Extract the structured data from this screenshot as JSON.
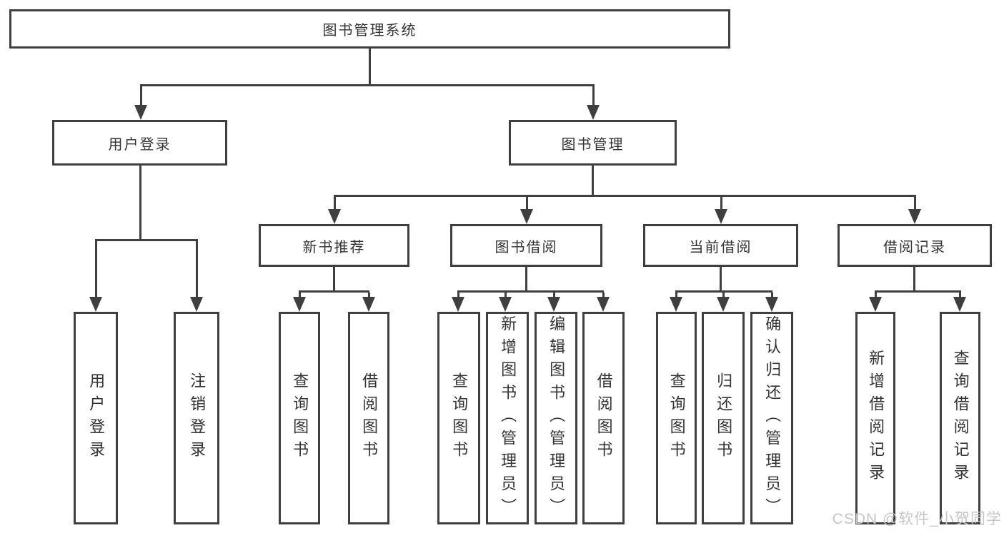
{
  "diagram": {
    "type": "hierarchy-tree",
    "title": "图书管理系统",
    "nodes": {
      "root": {
        "label": "图书管理系统"
      },
      "user_login": {
        "label": "用户登录"
      },
      "book_mgmt": {
        "label": "图书管理"
      },
      "new_book_rec": {
        "label": "新书推荐"
      },
      "book_borrow": {
        "label": "图书借阅"
      },
      "current_borrow": {
        "label": "当前借阅"
      },
      "borrow_record": {
        "label": "借阅记录"
      }
    },
    "leaves": {
      "user_login": [
        "用户登录",
        "注销登录"
      ],
      "new_book_rec": [
        "查询图书",
        "借阅图书"
      ],
      "book_borrow": [
        "查询图书",
        "新增图书（管理员）",
        "编辑图书（管理员）",
        "借阅图书"
      ],
      "current_borrow": [
        "查询图书",
        "归还图书",
        "确认归还（管理员）"
      ],
      "borrow_record": [
        "新增借阅记录",
        "查询借阅记录"
      ]
    }
  },
  "watermark": {
    "text": "CSDN @软件_小贺同学"
  },
  "colors": {
    "line": "#3f3f3f",
    "text": "#333333",
    "background": "#ffffff",
    "watermark": "#c6c6c6"
  }
}
